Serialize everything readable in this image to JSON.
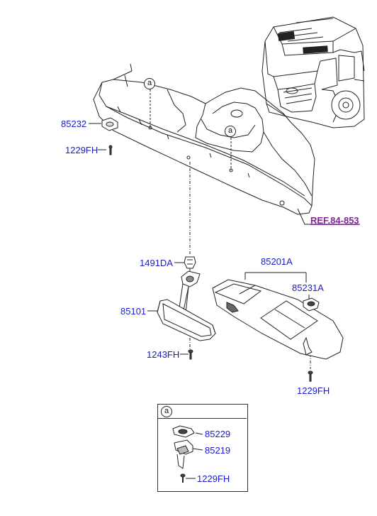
{
  "labels": {
    "p85232": "85232",
    "p1229fh_top": "1229FH",
    "p1491da": "1491DA",
    "p85101": "85101",
    "p1243fh": "1243FH",
    "p85201a": "85201A",
    "p85231a": "85231A",
    "p1229fh_right": "1229FH",
    "p85229": "85229",
    "p85219": "85219",
    "p1229fh_box": "1229FH"
  },
  "ref": "REF.84-853",
  "markers": {
    "left": "a",
    "right": "a",
    "box": "a"
  },
  "colors": {
    "part_number": "#1a1ad0",
    "reference": "#7a2a8c",
    "line_art": "#222222"
  }
}
